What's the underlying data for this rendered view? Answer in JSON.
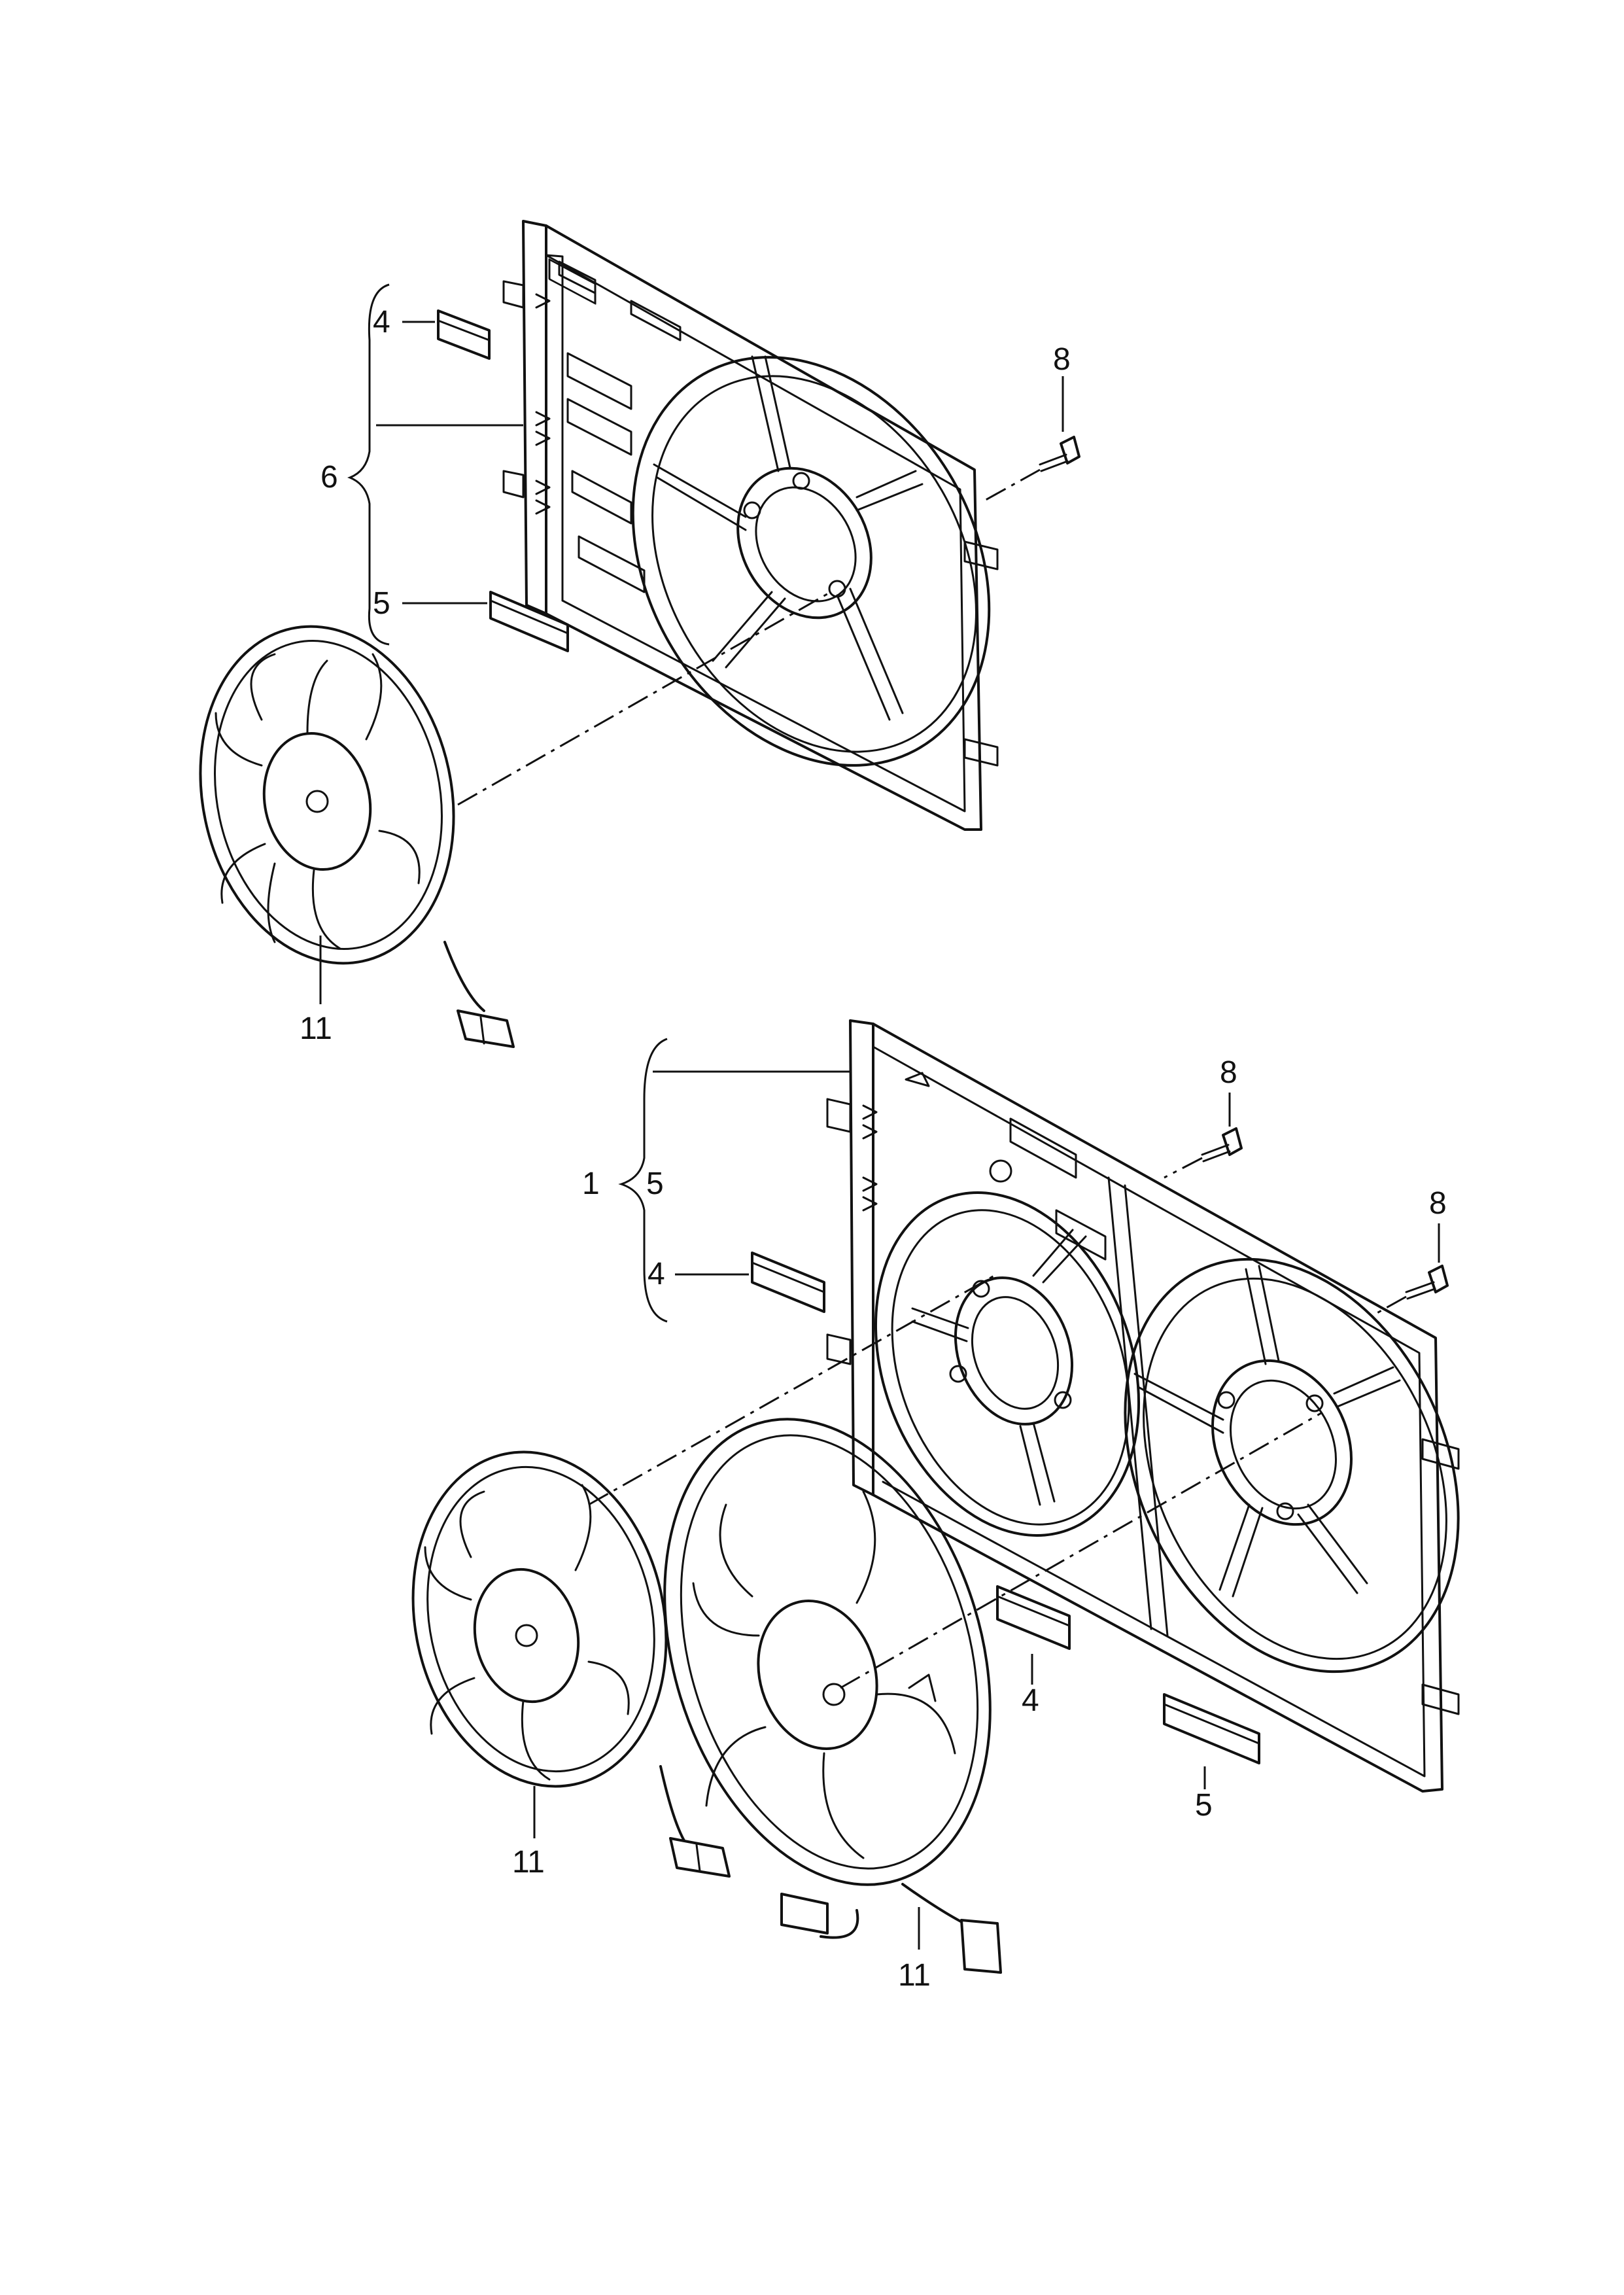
{
  "callouts": {
    "upper": {
      "item_6": "6",
      "item_4": "4",
      "item_5": "5",
      "item_8": "8",
      "item_11": "11"
    },
    "lower": {
      "item_1": "1",
      "item_5_brace": "5",
      "item_4_brace": "4",
      "item_8_a": "8",
      "item_8_b": "8",
      "item_4_panel": "4",
      "item_5_panel": "5",
      "item_11_left": "11",
      "item_11_right": "11"
    }
  }
}
